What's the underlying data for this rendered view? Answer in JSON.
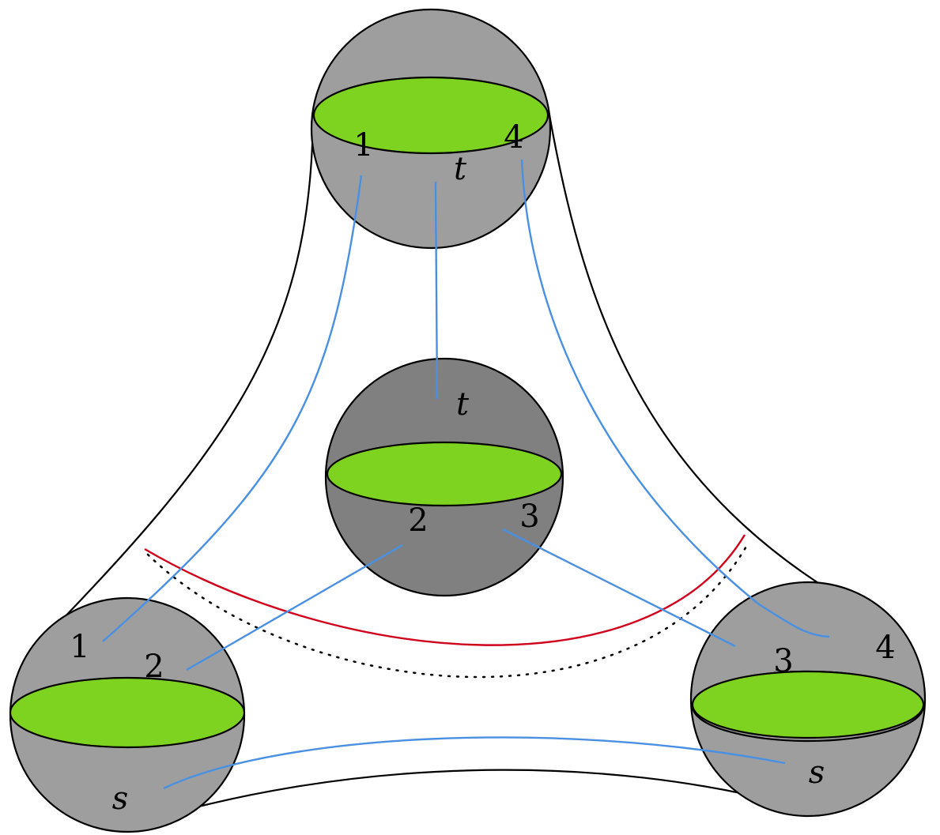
{
  "colors": {
    "sphere_light": "#9e9e9e",
    "sphere_dark": "#808080",
    "disk": "#7ed321",
    "blue_path": "#4a90e2",
    "red_curve": "#d0021b",
    "outline": "#000000"
  },
  "labels": {
    "top_1": "1",
    "top_4": "4",
    "top_t": "t",
    "center_t": "t",
    "center_2": "2",
    "center_3": "3",
    "left_1": "1",
    "left_2": "2",
    "left_s": "s",
    "right_3": "3",
    "right_4": "4",
    "right_s": "s"
  }
}
